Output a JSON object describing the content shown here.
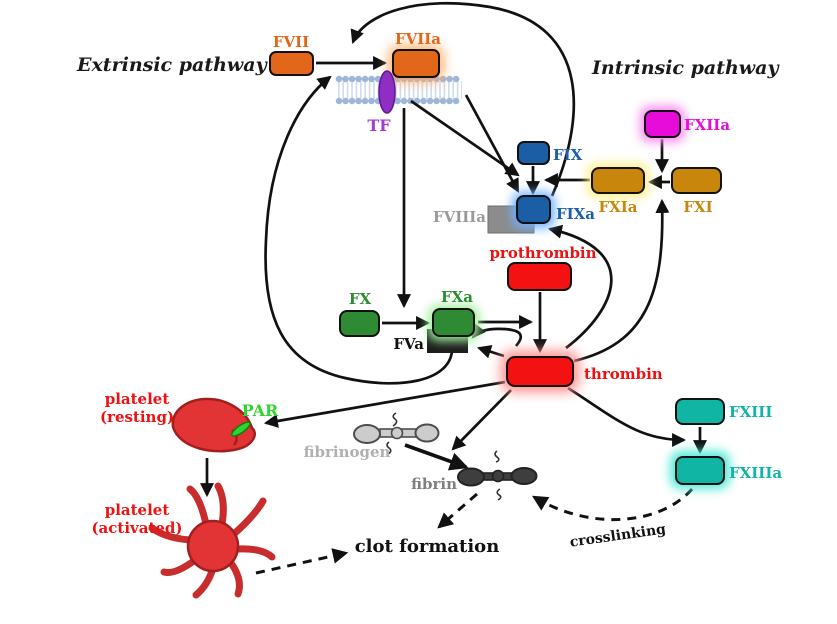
{
  "headers": {
    "extrinsic": "Extrinsic pathway",
    "intrinsic": "Intrinsic pathway"
  },
  "nodes": {
    "fvii": {
      "label": "FVII"
    },
    "fviia": {
      "label": "FVIIa"
    },
    "tf": {
      "label": "TF"
    },
    "fix": {
      "label": "FIX"
    },
    "fixa": {
      "label": "FIXa"
    },
    "fviiia": {
      "label": "FVIIIa"
    },
    "fxiia": {
      "label": "FXIIa"
    },
    "fxia": {
      "label": "FXIa"
    },
    "fxi": {
      "label": "FXI"
    },
    "prothrombin": {
      "label": "prothrombin"
    },
    "thrombin": {
      "label": "thrombin"
    },
    "fx": {
      "label": "FX"
    },
    "fxa": {
      "label": "FXa"
    },
    "fva": {
      "label": "FVa"
    },
    "fxiii": {
      "label": "FXIII"
    },
    "fxiiia": {
      "label": "FXIIIa"
    },
    "par": {
      "label": "PAR"
    },
    "platelet_resting": {
      "line1": "platelet",
      "line2": "(resting)"
    },
    "platelet_activated": {
      "line1": "platelet",
      "line2": "(activated)"
    },
    "fibrinogen": {
      "label": "fibrinogen"
    },
    "fibrin": {
      "label": "fibrin"
    },
    "clot_formation": {
      "label": "clot formation"
    },
    "crosslinking": {
      "label": "crosslinking"
    }
  },
  "colors": {
    "orange": "#E2671B",
    "orange_glow": "#FFAA60",
    "purple": "#8E2EC4",
    "purple_label": "#A23BD6",
    "blue": "#1B5EA6",
    "blue_glow": "#6FB0FF",
    "gray_box": "#8C8C8C",
    "gray_label": "#9A9A9A",
    "magenta": "#E80CDB",
    "magenta_glow": "#FB8AF0",
    "gold": "#C8860D",
    "gold_glow": "#FBF08E",
    "red": "#F31111",
    "red_glow": "#FF8F8F",
    "red_label": "#EE1111",
    "green": "#2E8B33",
    "green_glow": "#9FF09A",
    "black_box": "#1C1C1C",
    "teal": "#10B5A3",
    "teal_glow": "#52EBD9",
    "par_green": "#2FD42F",
    "platelet_fill": "#E23434",
    "platelet_stroke": "#A31F1F",
    "fibrinogen_fill": "#CCCCCC",
    "fibrinogen_label": "#B0B0B0",
    "fibrin_fill": "#3E3E3E",
    "fibrin_label": "#808080",
    "membrane_heads": "#9FB6D9",
    "membrane_tails": "#CFDCEF"
  }
}
